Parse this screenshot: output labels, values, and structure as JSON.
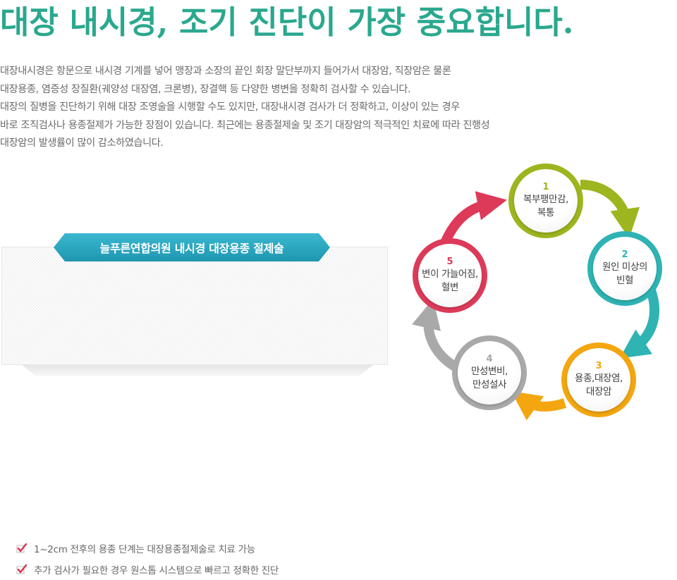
{
  "headline": "대장 내시경, 조기 진단이 가장 중요합니다.",
  "intro": [
    "대장내시경은 항문으로 내시경 기계를 넣어 맹장과 소장의 끝인 회장 말단부까지 들어가서 대장암, 직장암은 물론",
    "대장용종, 염증성 장질환(궤양성 대장염, 크론병), 장결핵 등 다양한 병변을 정확히 검사할 수 있습니다.",
    "대장의 질병을 진단하기 위해 대장 조영술을 시행할 수도 있지만, 대장내시경 검사가 더 정확하고, 이상이 있는 경우",
    "바로 조직검사나 용종절제가 가능한 장점이 있습니다. 최근에는 용종절제술 및 조기 대장암의 적극적인 치료에 따라 진행성",
    "대장암의 발생률이 많이 감소하였습니다."
  ],
  "infobox": {
    "title": "늘푸른연합의원 내시경 대장용종 절제술",
    "items": [
      "1~2cm 전후의 용종 단계는 대장용종절제술로 치료 가능",
      "추가 검사가 필요한 경우 원스톱 시스템으로 빠르고 정확한 진단"
    ],
    "check_icon": "check-icon",
    "check_color": "#d8344f"
  },
  "cycle": [
    {
      "num": "1",
      "line1": "복부팽만감,",
      "line2": "복통",
      "color": "#9db51f"
    },
    {
      "num": "2",
      "line1": "원인 미상의",
      "line2": "빈혈",
      "color": "#2fb3b3"
    },
    {
      "num": "3",
      "line1": "용종,대장염,",
      "line2": "대장암",
      "color": "#f3a60f"
    },
    {
      "num": "4",
      "line1": "만성변비,",
      "line2": "만성설사",
      "color": "#a9a9a9"
    },
    {
      "num": "5",
      "line1": "변이 가늘어짐,",
      "line2": "혈변",
      "color": "#dd3a5a"
    }
  ]
}
